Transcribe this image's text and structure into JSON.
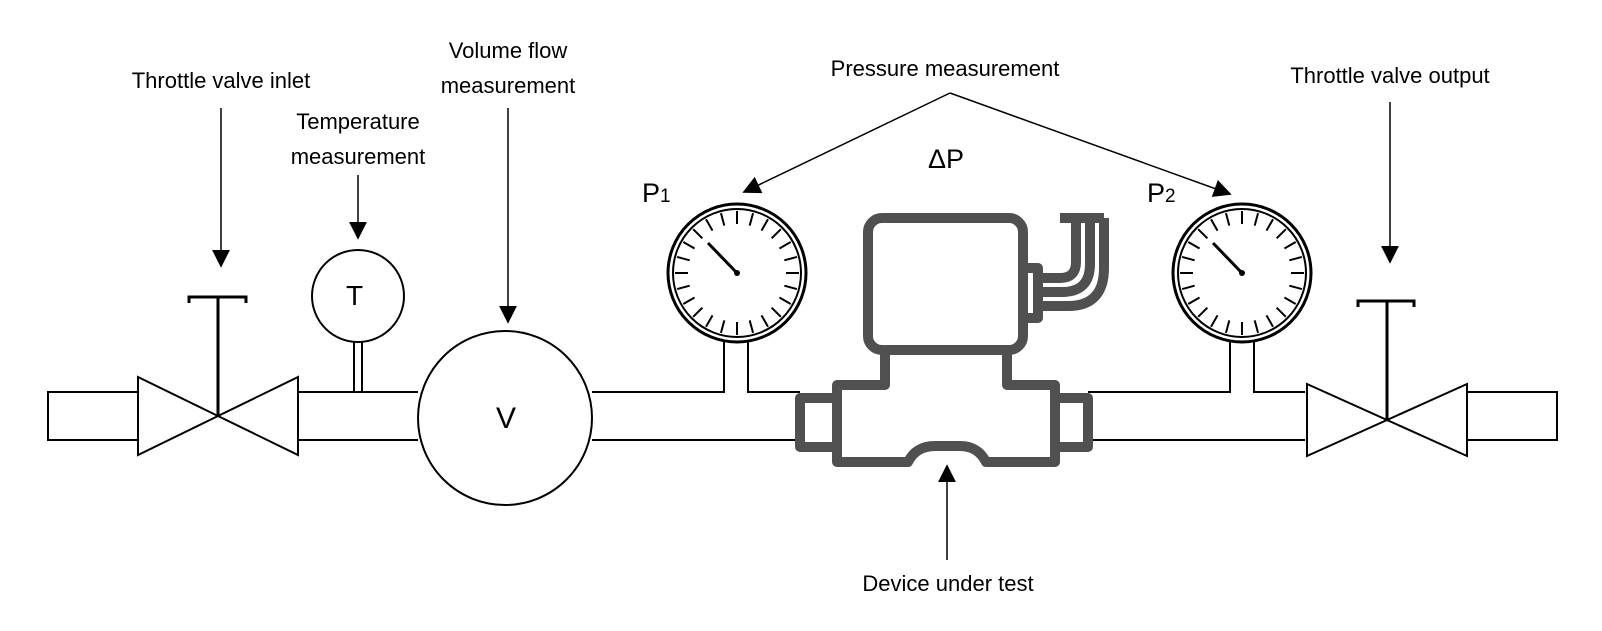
{
  "labels": {
    "throttle_inlet": "Throttle valve inlet",
    "temperature_line1": "Temperature",
    "temperature_line2": "measurement",
    "volume_line1": "Volume flow",
    "volume_line2": "measurement",
    "pressure": "Pressure measurement",
    "throttle_output": "Throttle valve output",
    "device": "Device under test",
    "delta_p": "ΔP"
  },
  "symbols": {
    "p1": "P",
    "p1_sub": "1",
    "p2": "P",
    "p2_sub": "2",
    "temperature": "T",
    "volume": "V"
  },
  "colors": {
    "line": "#000000",
    "device": "#505050",
    "background": "#ffffff"
  }
}
